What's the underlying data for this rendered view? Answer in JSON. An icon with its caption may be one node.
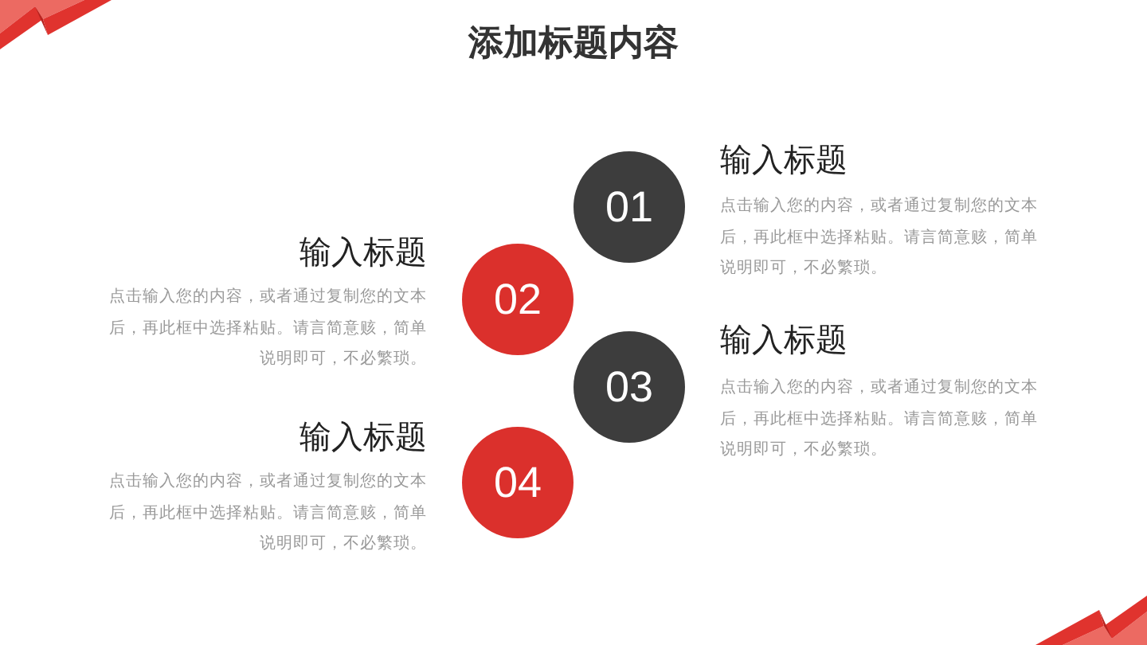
{
  "diagram": {
    "title": "添加标题内容",
    "nodes": [
      {
        "text": [
          "01"
        ],
        "beside": [
          "输入标题",
          "点击输入您的内容，或者通过复制您的文本后，再此框中选择粘贴。请言简意赅，简单说明即可，不必繁琐。"
        ]
      },
      {
        "text": [
          "02"
        ],
        "beside": [
          "输入标题",
          "点击输入您的内容，或者通过复制您的文本后，再此框中选择粘贴。请言简意赅，简单说明即可，不必繁琐。"
        ]
      },
      {
        "text": [
          "03"
        ],
        "beside": [
          "输入标题",
          "点击输入您的内容，或者通过复制您的文本后，再此框中选择粘贴。请言简意赅，简单说明即可，不必繁琐。"
        ]
      },
      {
        "text": [
          "04"
        ],
        "beside": [
          "输入标题",
          "点击输入您的内容，或者通过复制您的文本后，再此框中选择粘贴。请言简意赅，简单说明即可，不必繁琐。"
        ]
      }
    ]
  }
}
